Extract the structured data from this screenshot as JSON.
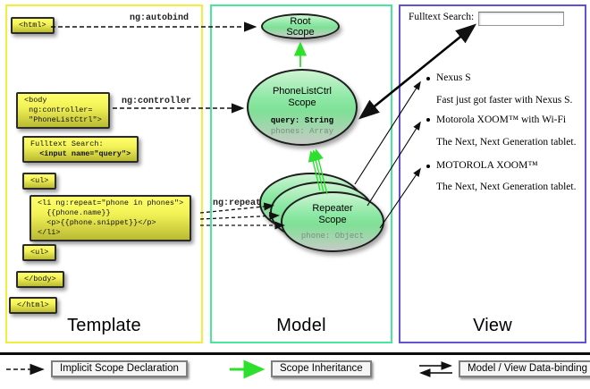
{
  "template_panel": {
    "label": "Template",
    "arrow_labels": {
      "autobind": "ng:autobind",
      "controller": "ng:controller",
      "repeat": "ng:repeat"
    },
    "boxes": {
      "html_open": {
        "l1": "<html>"
      },
      "body_open": {
        "l1": "<body",
        "l2": " ng:controller=",
        "l3": " \"PhoneListCtrl\">"
      },
      "fulltext": {
        "l1": "Fulltext Search:",
        "l2": "  <input name=\"query\">"
      },
      "ul_open": {
        "l1": "<ul>"
      },
      "li_repeat": {
        "l1": "<li ng:repeat=\"phone in phones\">",
        "l2": "  {{phone.name}}",
        "l3": "  <p>{{phone.snippet}}</p>",
        "l4": "</li>"
      },
      "ul_close": {
        "l1": "<ul>"
      },
      "body_close": {
        "l1": "</body>"
      },
      "html_close": {
        "l1": "</html>"
      }
    }
  },
  "model_panel": {
    "label": "Model",
    "root_scope": {
      "title_l1": "Root",
      "title_l2": "Scope"
    },
    "phonelist_scope": {
      "title_l1": "PhoneListCtrl",
      "title_l2": "Scope",
      "prop1": "query: String",
      "prop2": "phones: Array"
    },
    "repeater_scope": {
      "title_l1": "Repeater",
      "title_l2": "Scope",
      "prop1": "phone: Object"
    }
  },
  "view_panel": {
    "label": "View",
    "search_label": "Fulltext Search:",
    "search_value": "",
    "items": [
      {
        "title": "Nexus S",
        "desc": "Fast just got faster with Nexus S."
      },
      {
        "title": "Motorola XOOM™ with Wi-Fi",
        "desc": "The Next, Next Generation tablet."
      },
      {
        "title": "MOTOROLA XOOM™",
        "desc": "The Next, Next Generation tablet."
      }
    ]
  },
  "legend": {
    "implicit": "Implicit Scope Declaration",
    "inheritance": "Scope Inheritance",
    "binding": "Model / View Data-binding"
  },
  "colors": {
    "template_border": "#f2ee3c",
    "model_border": "#47e89e",
    "view_border": "#6052d2",
    "scope_green": "#7fe096",
    "code_yellow": "#f2f257",
    "inheritance_arrow": "#2ee02e"
  }
}
